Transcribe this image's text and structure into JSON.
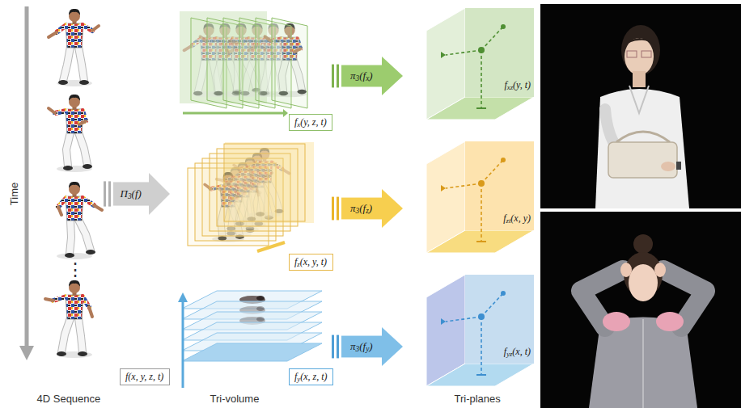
{
  "diagram": {
    "nodes": [
      {
        "text": [
          "f(x, y, z, t)"
        ]
      },
      {
        "text": [
          "Π3(f)"
        ]
      },
      {
        "text": [
          "fx(y, z, t)"
        ]
      },
      {
        "text": [
          "fz(x, y, t)"
        ]
      },
      {
        "text": [
          "fy(x, z, t)"
        ]
      },
      {
        "text": [
          "π3(fx)"
        ]
      },
      {
        "text": [
          "π3(fz)"
        ]
      },
      {
        "text": [
          "π3(fy)"
        ]
      },
      {
        "text": [
          "fxz(y, t)"
        ]
      },
      {
        "text": [
          "fzt(x, y)"
        ]
      },
      {
        "text": [
          "fyz(x, t)"
        ]
      }
    ],
    "labels": [
      "Time",
      "⋮",
      "4D Sequence",
      "Tri-volume",
      "Tri-planes"
    ]
  }
}
